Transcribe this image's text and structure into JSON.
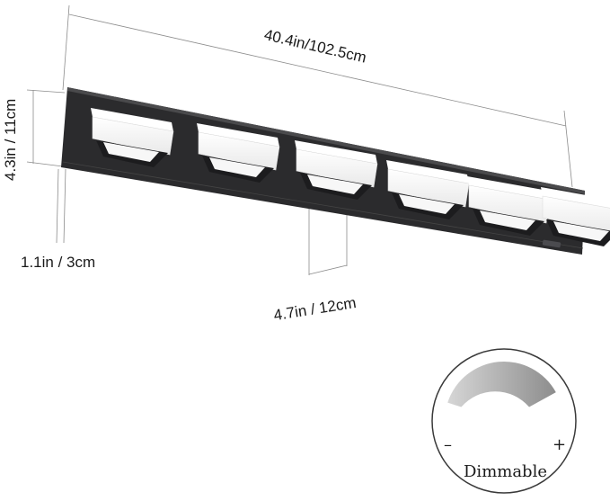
{
  "product": {
    "lamp_count": 6,
    "body_color": "#2b2b2d",
    "shade_color": "#f7f7f7"
  },
  "dimensions": {
    "length_label": "40.4in/102.5cm",
    "height_label": "4.3in / 11cm",
    "depth_label": "1.1in / 3cm",
    "shade_width_label": "4.7in / 12cm"
  },
  "badge": {
    "label": "Dimmable",
    "minus": "–",
    "plus": "+",
    "dimmer_level": 0.55,
    "arc_color": "#9b9b9b"
  }
}
